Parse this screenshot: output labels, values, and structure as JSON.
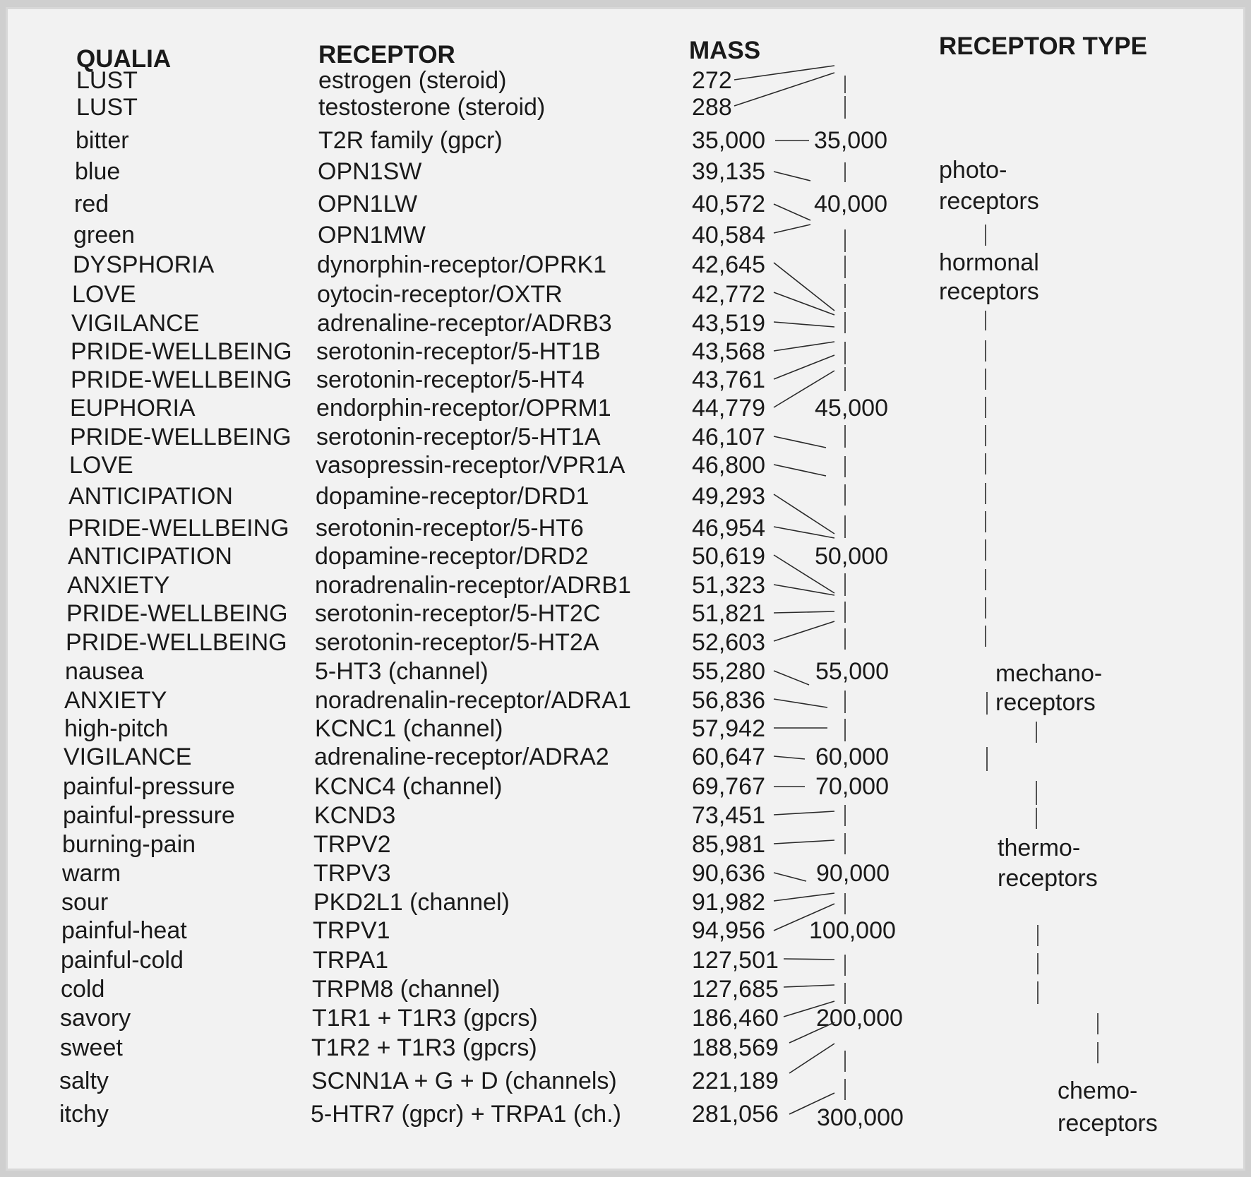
{
  "headers": {
    "qualia": "QUALIA",
    "receptor": "RECEPTOR",
    "mass": "MASS",
    "receptor_type": "RECEPTOR TYPE"
  },
  "rows": [
    {
      "qualia": "LUST",
      "receptor": "estrogen (steroid)",
      "mass": "272"
    },
    {
      "qualia": "LUST",
      "receptor": "testosterone (steroid)",
      "mass": "288"
    },
    {
      "qualia": "bitter",
      "receptor": "T2R family (gpcr)",
      "mass": "35,000"
    },
    {
      "qualia": "blue",
      "receptor": "OPN1SW",
      "mass": "39,135"
    },
    {
      "qualia": "red",
      "receptor": "OPN1LW",
      "mass": "40,572"
    },
    {
      "qualia": "green",
      "receptor": "OPN1MW",
      "mass": "40,584"
    },
    {
      "qualia": "DYSPHORIA",
      "receptor": "dynorphin-receptor/OPRK1",
      "mass": "42,645"
    },
    {
      "qualia": "LOVE",
      "receptor": "oytocin-receptor/OXTR",
      "mass": "42,772"
    },
    {
      "qualia": "VIGILANCE",
      "receptor": "adrenaline-receptor/ADRB3",
      "mass": "43,519"
    },
    {
      "qualia": "PRIDE-WELLBEING",
      "receptor": "serotonin-receptor/5-HT1B",
      "mass": "43,568"
    },
    {
      "qualia": "PRIDE-WELLBEING",
      "receptor": "serotonin-receptor/5-HT4",
      "mass": "43,761"
    },
    {
      "qualia": "EUPHORIA",
      "receptor": "endorphin-receptor/OPRM1",
      "mass": "44,779"
    },
    {
      "qualia": "PRIDE-WELLBEING",
      "receptor": "serotonin-receptor/5-HT1A",
      "mass": "46,107"
    },
    {
      "qualia": "LOVE",
      "receptor": "vasopressin-receptor/VPR1A",
      "mass": "46,800"
    },
    {
      "qualia": "ANTICIPATION",
      "receptor": "dopamine-receptor/DRD1",
      "mass": "49,293"
    },
    {
      "qualia": "PRIDE-WELLBEING",
      "receptor": "serotonin-receptor/5-HT6",
      "mass": "46,954"
    },
    {
      "qualia": "ANTICIPATION",
      "receptor": "dopamine-receptor/DRD2",
      "mass": "50,619"
    },
    {
      "qualia": "ANXIETY",
      "receptor": "noradrenalin-receptor/ADRB1",
      "mass": "51,323"
    },
    {
      "qualia": "PRIDE-WELLBEING",
      "receptor": "serotonin-receptor/5-HT2C",
      "mass": "51,821"
    },
    {
      "qualia": "PRIDE-WELLBEING",
      "receptor": "serotonin-receptor/5-HT2A",
      "mass": "52,603"
    },
    {
      "qualia": "nausea",
      "receptor": "5-HT3 (channel)",
      "mass": "55,280"
    },
    {
      "qualia": "ANXIETY",
      "receptor": "noradrenalin-receptor/ADRA1",
      "mass": "56,836"
    },
    {
      "qualia": "high-pitch",
      "receptor": "KCNC1 (channel)",
      "mass": "57,942"
    },
    {
      "qualia": "VIGILANCE",
      "receptor": "adrenaline-receptor/ADRA2",
      "mass": "60,647"
    },
    {
      "qualia": "painful-pressure",
      "receptor": "KCNC4 (channel)",
      "mass": "69,767"
    },
    {
      "qualia": "painful-pressure",
      "receptor": "KCND3",
      "mass": "73,451"
    },
    {
      "qualia": "burning-pain",
      "receptor": "TRPV2",
      "mass": "85,981"
    },
    {
      "qualia": "warm",
      "receptor": "TRPV3",
      "mass": "90,636"
    },
    {
      "qualia": "sour",
      "receptor": "PKD2L1 (channel)",
      "mass": "91,982"
    },
    {
      "qualia": "painful-heat",
      "receptor": "TRPV1",
      "mass": "94,956"
    },
    {
      "qualia": "painful-cold",
      "receptor": "TRPA1",
      "mass": "127,501"
    },
    {
      "qualia": "cold",
      "receptor": "TRPM8 (channel)",
      "mass": "127,685"
    },
    {
      "qualia": "savory",
      "receptor": "T1R1 + T1R3 (gpcrs)",
      "mass": "186,460"
    },
    {
      "qualia": "sweet",
      "receptor": "T1R2 + T1R3 (gpcrs)",
      "mass": "188,569"
    },
    {
      "qualia": "salty",
      "receptor": "SCNN1A + G + D (channels)",
      "mass": "221,189"
    },
    {
      "qualia": "itchy",
      "receptor": "5-HTR7 (gpcr) + TRPA1 (ch.)",
      "mass": "281,056"
    }
  ],
  "scale": [
    "35,000",
    "40,000",
    "45,000",
    "50,000",
    "55,000",
    "60,000",
    "70,000",
    "90,000",
    "100,000",
    "200,000",
    "300,000"
  ],
  "receptor_types": {
    "photo_1": "photo-",
    "photo_2": "receptors",
    "hormonal_1": "hormonal",
    "hormonal_2": "receptors",
    "mechano_1": "mechano-",
    "mechano_2": "receptors",
    "thermo_1": "thermo-",
    "thermo_2": "receptors",
    "chemo_1": "chemo-",
    "chemo_2": "receptors"
  }
}
